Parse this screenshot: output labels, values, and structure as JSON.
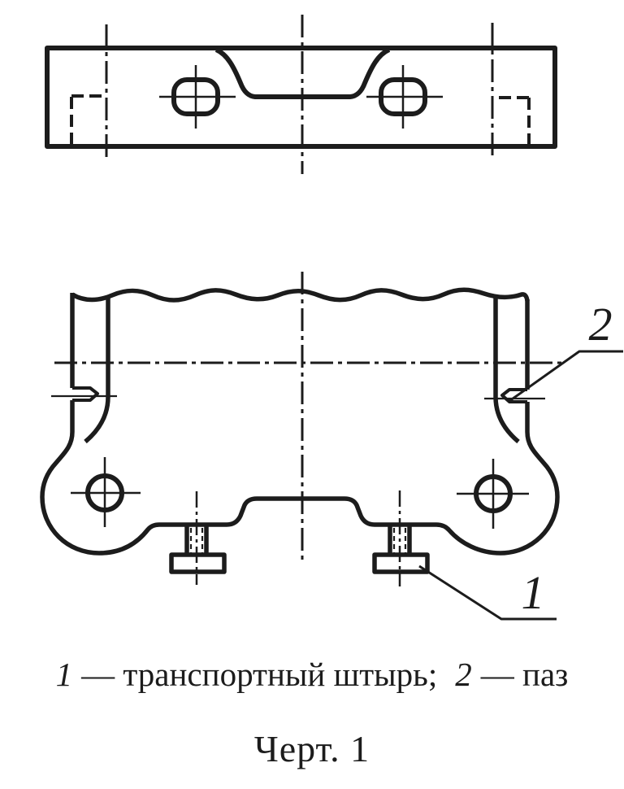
{
  "page": {
    "background_color": "#ffffff",
    "ink_color": "#1c1c1c"
  },
  "callouts": {
    "pin": "1",
    "groove": "2"
  },
  "legend": {
    "item1_number": "1",
    "item1_text": "— транспортный штырь;",
    "item2_number": "2",
    "item2_text": "— паз"
  },
  "caption": "Черт. 1"
}
